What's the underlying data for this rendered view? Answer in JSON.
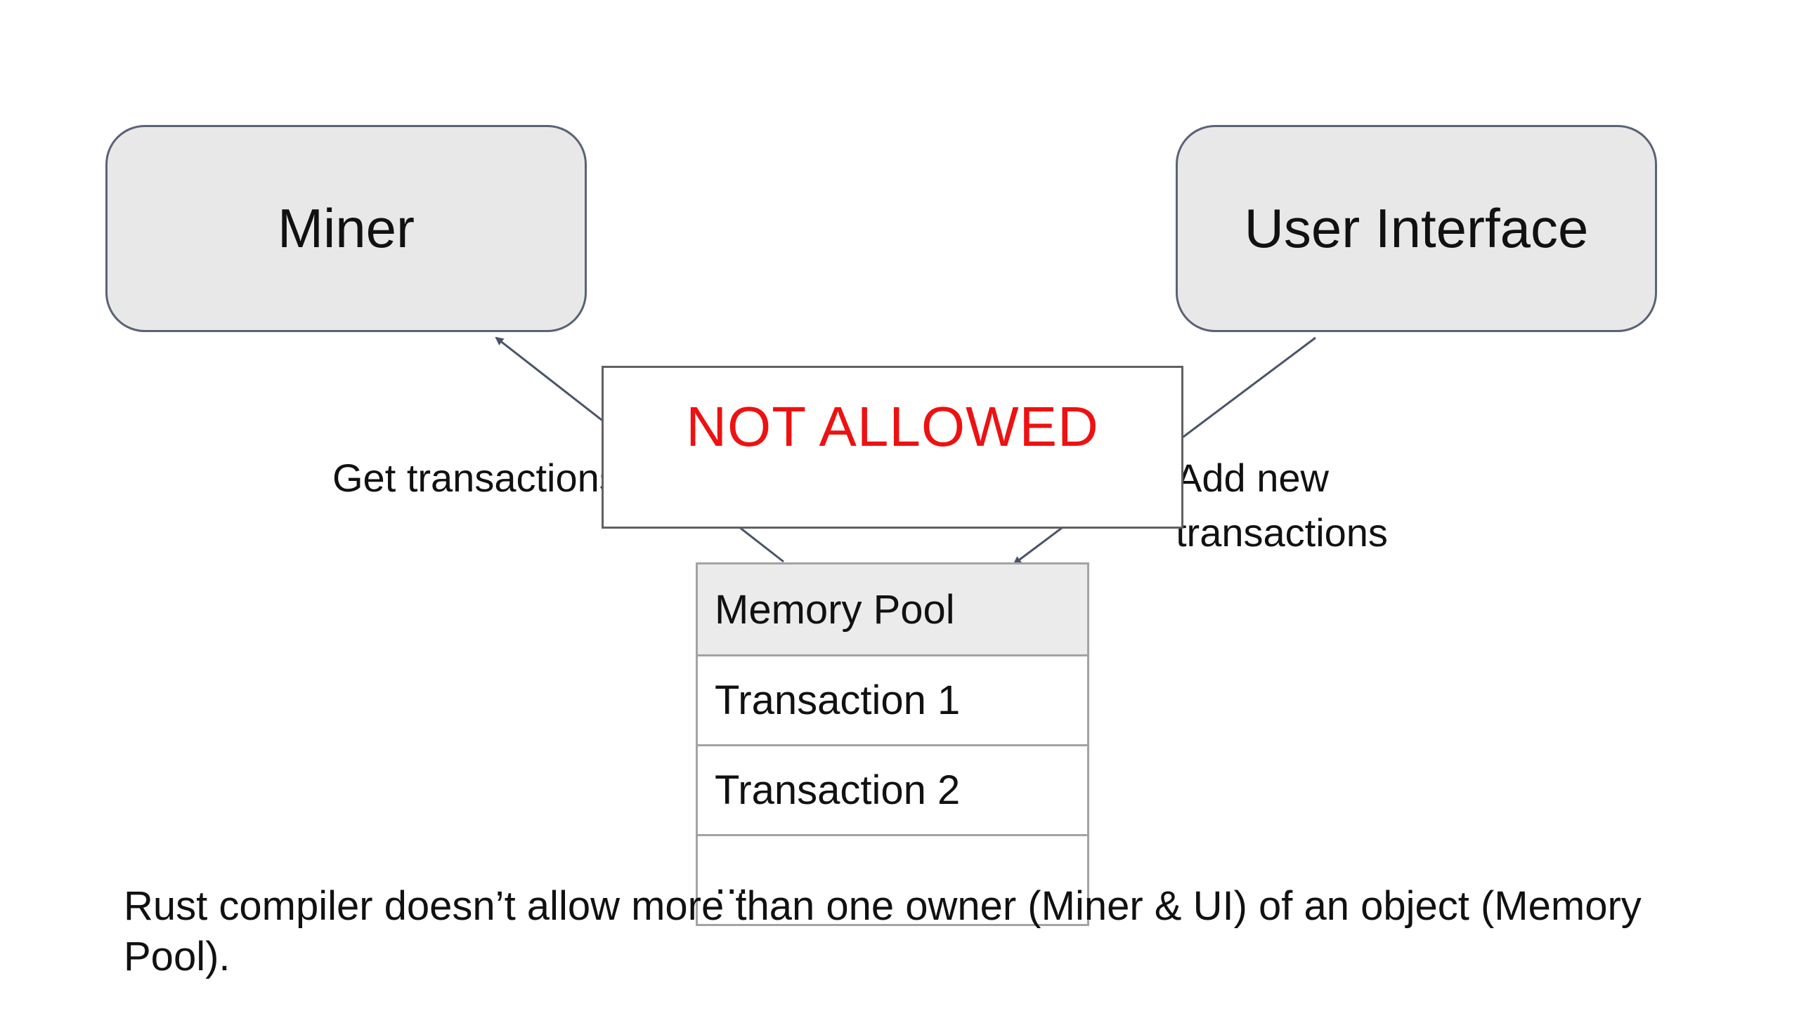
{
  "diagram": {
    "nodes": {
      "miner": "Miner",
      "user_interface": "User Interface"
    },
    "edges": [
      {
        "from": "Memory Pool",
        "to": "Miner",
        "label": "Get transactions"
      },
      {
        "from": "User Interface",
        "to": "Memory Pool",
        "label": "Add new transactions"
      }
    ],
    "edge_labels": {
      "get": "Get transactions",
      "add": "Add new transactions"
    },
    "memory_pool": {
      "header": "Memory Pool",
      "rows": [
        "Transaction 1",
        "Transaction 2",
        "..."
      ]
    },
    "overlay_text": "NOT ALLOWED",
    "caption": "Rust compiler doesn’t allow more than one owner (Miner & UI) of an object (Memory Pool).",
    "colors": {
      "node_fill": "#e8e8e8",
      "node_border": "#5a6275",
      "overlay_text": "#ee1111",
      "table_border": "#a3a3a3",
      "connector": "#4a5468"
    }
  }
}
